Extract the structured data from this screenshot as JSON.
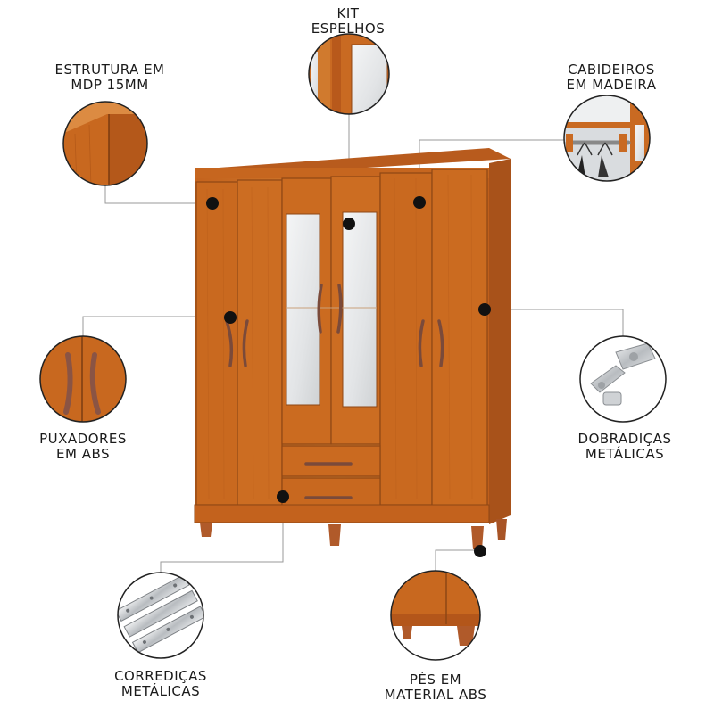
{
  "page": {
    "background": "#ffffff"
  },
  "colors": {
    "wood": "#c96a22",
    "wood_dark": "#a3521a",
    "wood_light": "#dd8a3d",
    "leader_line": "#9a9a9a",
    "marker_dot": "#111111",
    "handle": "#7a4a3a",
    "mirror": "#e9ecef",
    "metal": "#c8ccd0"
  },
  "callouts": {
    "kit_espelhos": {
      "line1": "KIT",
      "line2": "ESPELHOS",
      "icon": "mirror-detail-icon"
    },
    "estrutura": {
      "line1": "ESTRUTURA EM",
      "line2": "MDP 15MM",
      "icon": "panel-edge-icon"
    },
    "cabideiros": {
      "line1": "CABIDEIROS",
      "line2": "EM MADEIRA",
      "icon": "clothes-rail-icon"
    },
    "puxadores": {
      "line1": "PUXADORES",
      "line2": "EM ABS",
      "icon": "handles-icon"
    },
    "dobradicas": {
      "line1": "DOBRADIÇAS",
      "line2": "METÁLICAS",
      "icon": "hinge-icon"
    },
    "corredicas": {
      "line1": "CORREDIÇAS",
      "line2": "METÁLICAS",
      "icon": "drawer-slide-icon"
    },
    "pes": {
      "line1": "PÉS EM",
      "line2": "MATERIAL ABS",
      "icon": "furniture-foot-icon"
    }
  }
}
